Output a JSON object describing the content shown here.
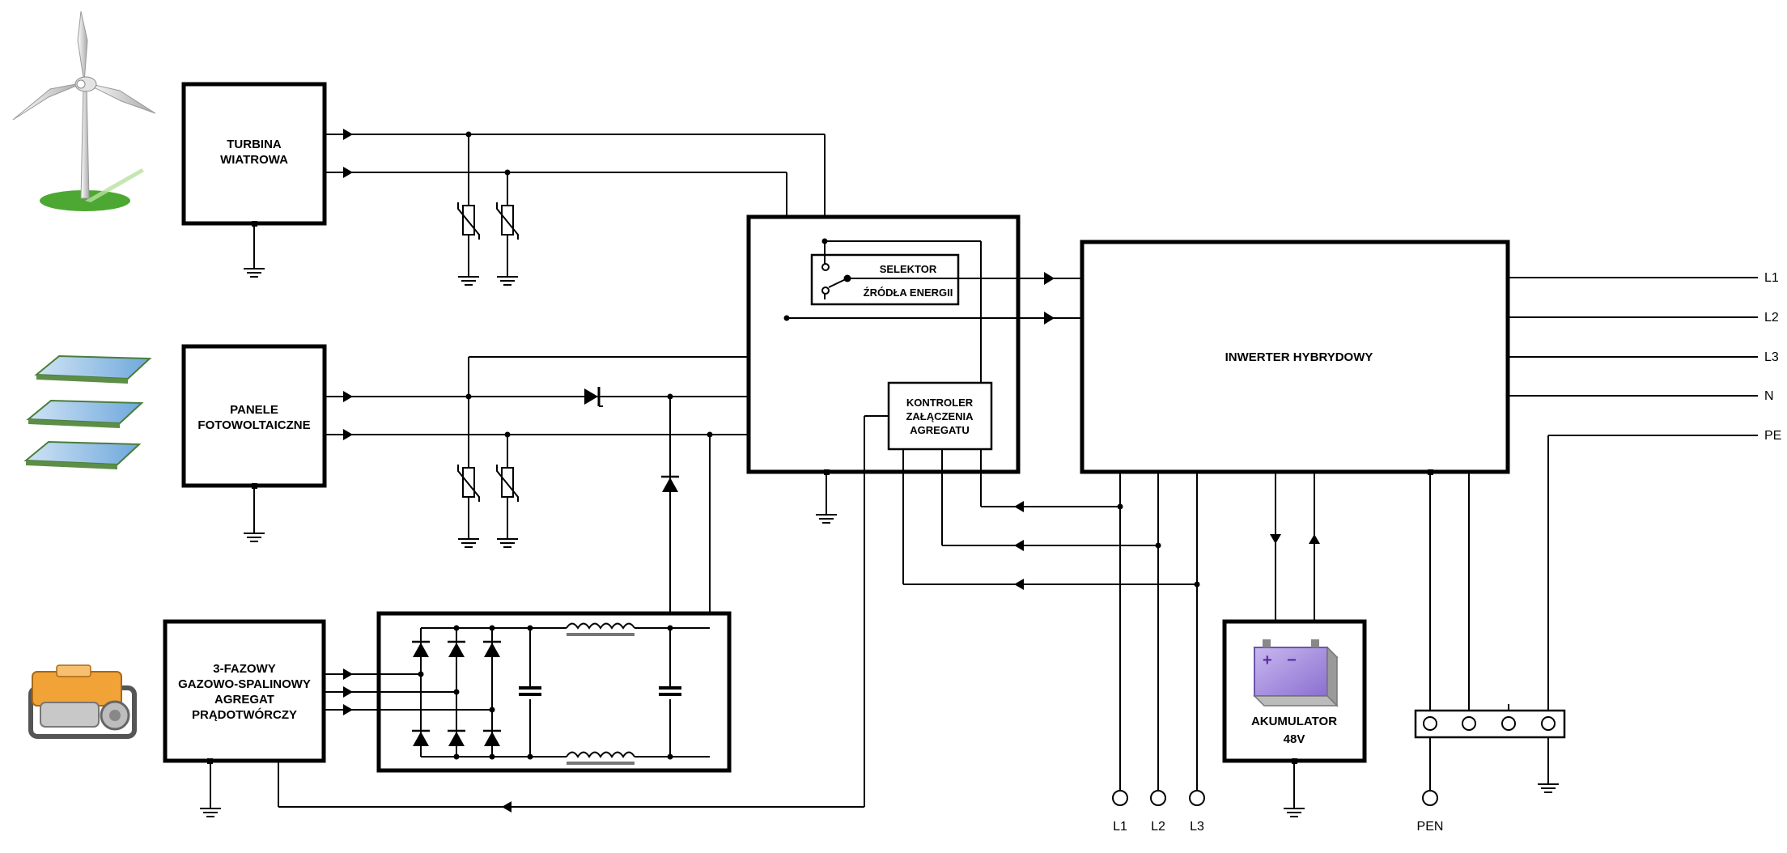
{
  "blocks": {
    "turbine": [
      "TURBINA",
      "WIATROWA"
    ],
    "pv": [
      "PANELE",
      "FOTOWOLTAICZNE"
    ],
    "genset": [
      "3-FAZOWY",
      "GAZOWO-SPALINOWY",
      "AGREGAT",
      "PRĄDOTWÓRCZY"
    ],
    "selector": [
      "SELEKTOR",
      "ŹRÓDŁA ENERGII"
    ],
    "controller": [
      "KONTROLER",
      "ZAŁĄCZENIA",
      "AGREGATU"
    ],
    "inverter": "INWERTER HYBRYDOWY",
    "battery": [
      "AKUMULATOR",
      "48V"
    ]
  },
  "outputs": {
    "right": [
      "L1",
      "L2",
      "L3",
      "N",
      "PE"
    ],
    "bottom": [
      "L1",
      "L2",
      "L3"
    ],
    "pen": "PEN"
  }
}
